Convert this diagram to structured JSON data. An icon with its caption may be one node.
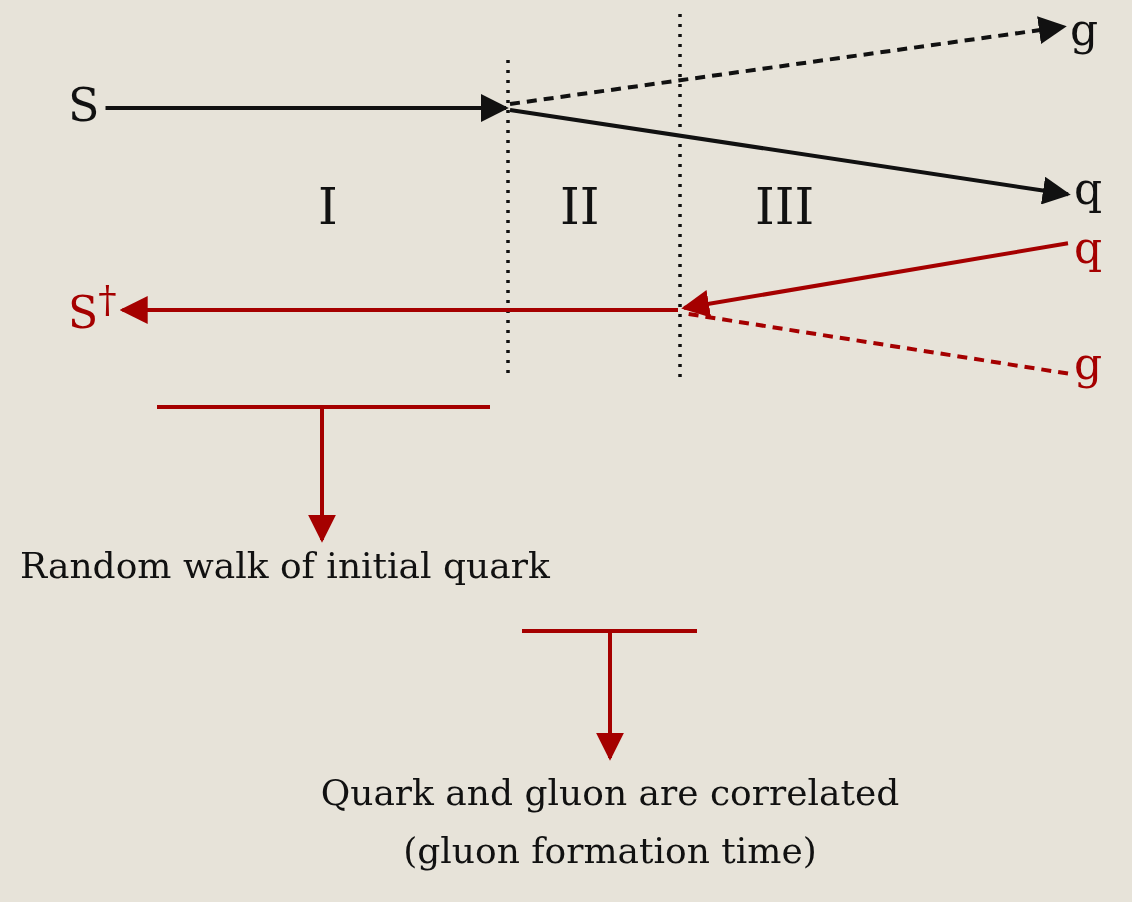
{
  "diagram": {
    "nodes": [
      {
        "text": [
          "S"
        ]
      },
      {
        "text": [
          "g"
        ]
      },
      {
        "text": [
          "q"
        ]
      },
      {
        "text": [
          "q"
        ]
      },
      {
        "text": [
          "S$^{†}$"
        ]
      },
      {
        "text": [
          "g"
        ]
      },
      {
        "text": [
          "Random walk of initial quark"
        ]
      },
      {
        "text": [
          "Quark and gluon are correlated (gluon formation time)"
        ]
      }
    ],
    "edges": [
      {
        "from": 0,
        "to": null,
        "arrow": "to",
        "color": "#111111"
      },
      {
        "from": null,
        "to": 1,
        "arrow": "to",
        "style": "dashed",
        "color": "#111111"
      },
      {
        "from": null,
        "to": 2,
        "arrow": "to",
        "color": "#111111"
      },
      {
        "from": 3,
        "to": null,
        "arrow": "to",
        "color": "#a50000"
      },
      {
        "from": 5,
        "to": null,
        "arrow": "none",
        "style": "dashed",
        "color": "#a50000"
      },
      {
        "from": null,
        "to": 4,
        "arrow": "to",
        "color": "#a50000"
      },
      {
        "from": null,
        "to": 6,
        "arrow": "to",
        "color": "#a50000"
      },
      {
        "from": null,
        "to": 7,
        "arrow": "to",
        "color": "#a50000"
      }
    ],
    "labels": [
      "I",
      "II",
      "III"
    ]
  }
}
